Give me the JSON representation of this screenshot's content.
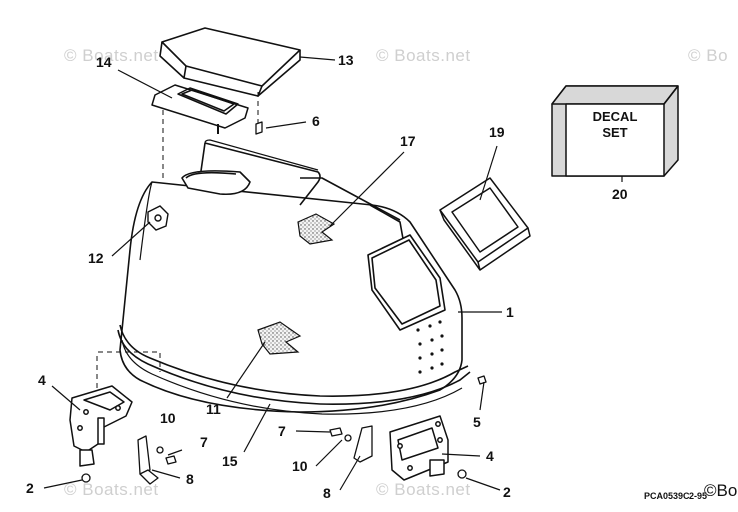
{
  "watermarks": [
    "© Boats.net",
    "© Boats.net",
    "© Bo",
    "© Boats.net",
    "© Boats.net"
  ],
  "corner_watermark": "©Bo",
  "drawing_code": "PCA0539C",
  "drawing_code_suffix": "2-95",
  "decal": {
    "line1": "DECAL",
    "line2": "SET"
  },
  "callouts": {
    "n1": "1",
    "n2a": "2",
    "n2b": "2",
    "n4a": "4",
    "n4b": "4",
    "n5": "5",
    "n6": "6",
    "n7a": "7",
    "n7b": "7",
    "n8a": "8",
    "n8b": "8",
    "n10a": "10",
    "n10b": "10",
    "n11": "11",
    "n12": "12",
    "n13": "13",
    "n14": "14",
    "n15": "15",
    "n17": "17",
    "n19": "19",
    "n20": "20"
  },
  "colors": {
    "line": "#111111",
    "watermark": "#cfcfcf",
    "shade": "#d8d8d8",
    "speckle": "#444444"
  }
}
